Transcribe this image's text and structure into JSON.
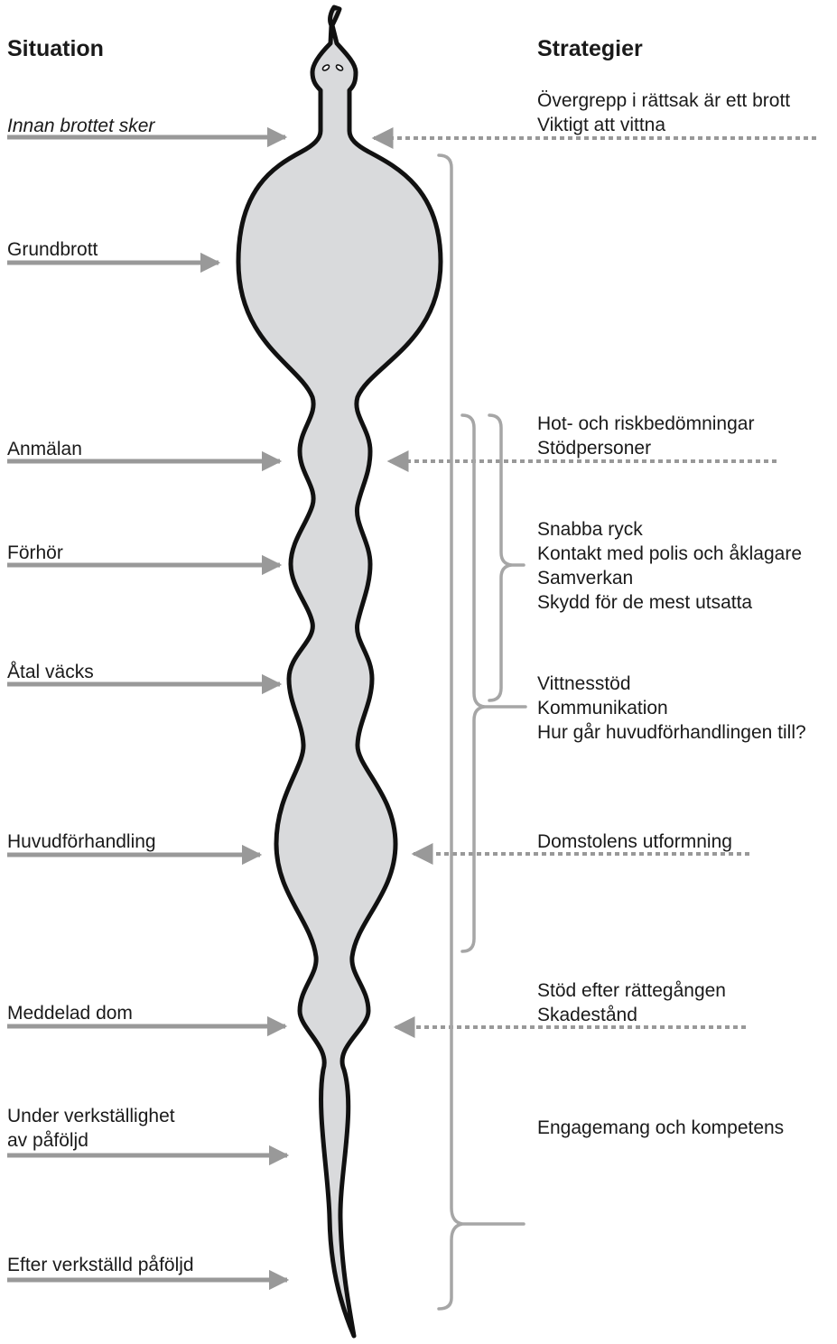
{
  "headers": {
    "left": "Situation",
    "right": "Strategier"
  },
  "situations": [
    {
      "id": "innan",
      "text": "Innan brottet sker",
      "italic": true
    },
    {
      "id": "grundbrott",
      "text": "Grundbrott"
    },
    {
      "id": "anmalan",
      "text": "Anmälan"
    },
    {
      "id": "forhor",
      "text": "Förhör"
    },
    {
      "id": "atal",
      "text": "Åtal väcks"
    },
    {
      "id": "huvudforhandling",
      "text": "Huvudförhandling"
    },
    {
      "id": "dom",
      "text": "Meddelad dom"
    },
    {
      "id": "verkstallighet",
      "lines": [
        "Under verkställighet",
        "av påföljd"
      ]
    },
    {
      "id": "efter",
      "text": "Efter verkställd påföljd"
    }
  ],
  "strategies": [
    {
      "id": "s1",
      "lines": [
        "Övergrepp i rättsak är ett brott",
        "Viktigt att vittna"
      ]
    },
    {
      "id": "s2",
      "lines": [
        "Hot- och riskbedömningar",
        "Stödpersoner"
      ]
    },
    {
      "id": "s3",
      "lines": [
        "Snabba ryck",
        "Kontakt med polis och åklagare",
        "Samverkan",
        "Skydd för de mest utsatta"
      ]
    },
    {
      "id": "s4",
      "lines": [
        "Vittnesstöd",
        "Kommunikation",
        "Hur går huvudförhandlingen till?"
      ]
    },
    {
      "id": "s5",
      "lines": [
        "Domstolens utformning"
      ]
    },
    {
      "id": "s6",
      "lines": [
        "Stöd efter rättegången",
        "Skadestånd"
      ]
    },
    {
      "id": "s7",
      "lines": [
        "Engagemang och kompetens"
      ]
    }
  ],
  "colors": {
    "arrow": "#999999",
    "body_fill": "#d9dadc",
    "outline": "#111111",
    "bracket": "#a6a6a6"
  }
}
